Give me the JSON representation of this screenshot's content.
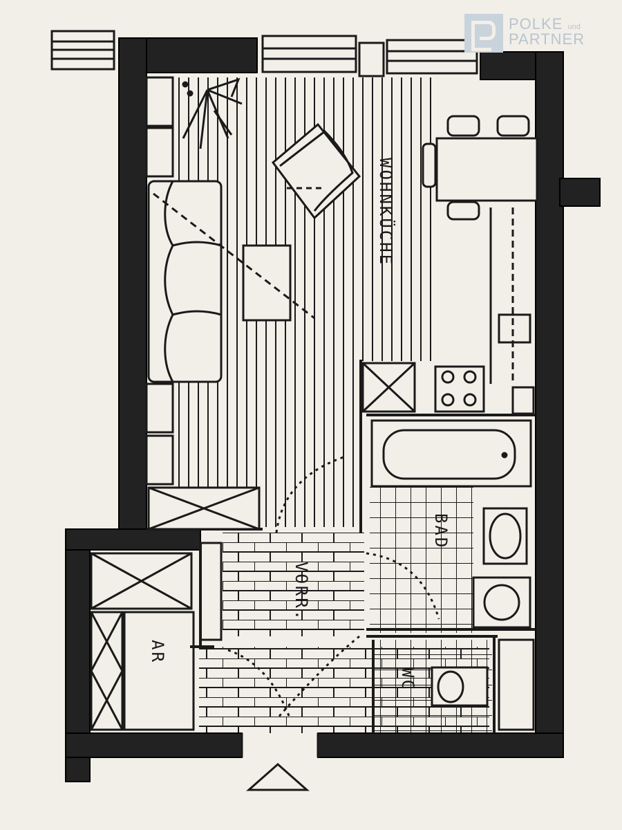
{
  "logo": {
    "name": "POLKE",
    "connector": "und",
    "partner": "PARTNER",
    "tagline": "",
    "color": "#b8c4cf"
  },
  "rooms": {
    "wohnkueche": "WOHNKÜCHE",
    "bad": "BAD",
    "wc": "WC",
    "vorraum": "VORR.",
    "abstellraum": "AR"
  },
  "colors": {
    "paper": "#f2efe8",
    "ink": "#1a1a1a",
    "wall": "#222222"
  }
}
